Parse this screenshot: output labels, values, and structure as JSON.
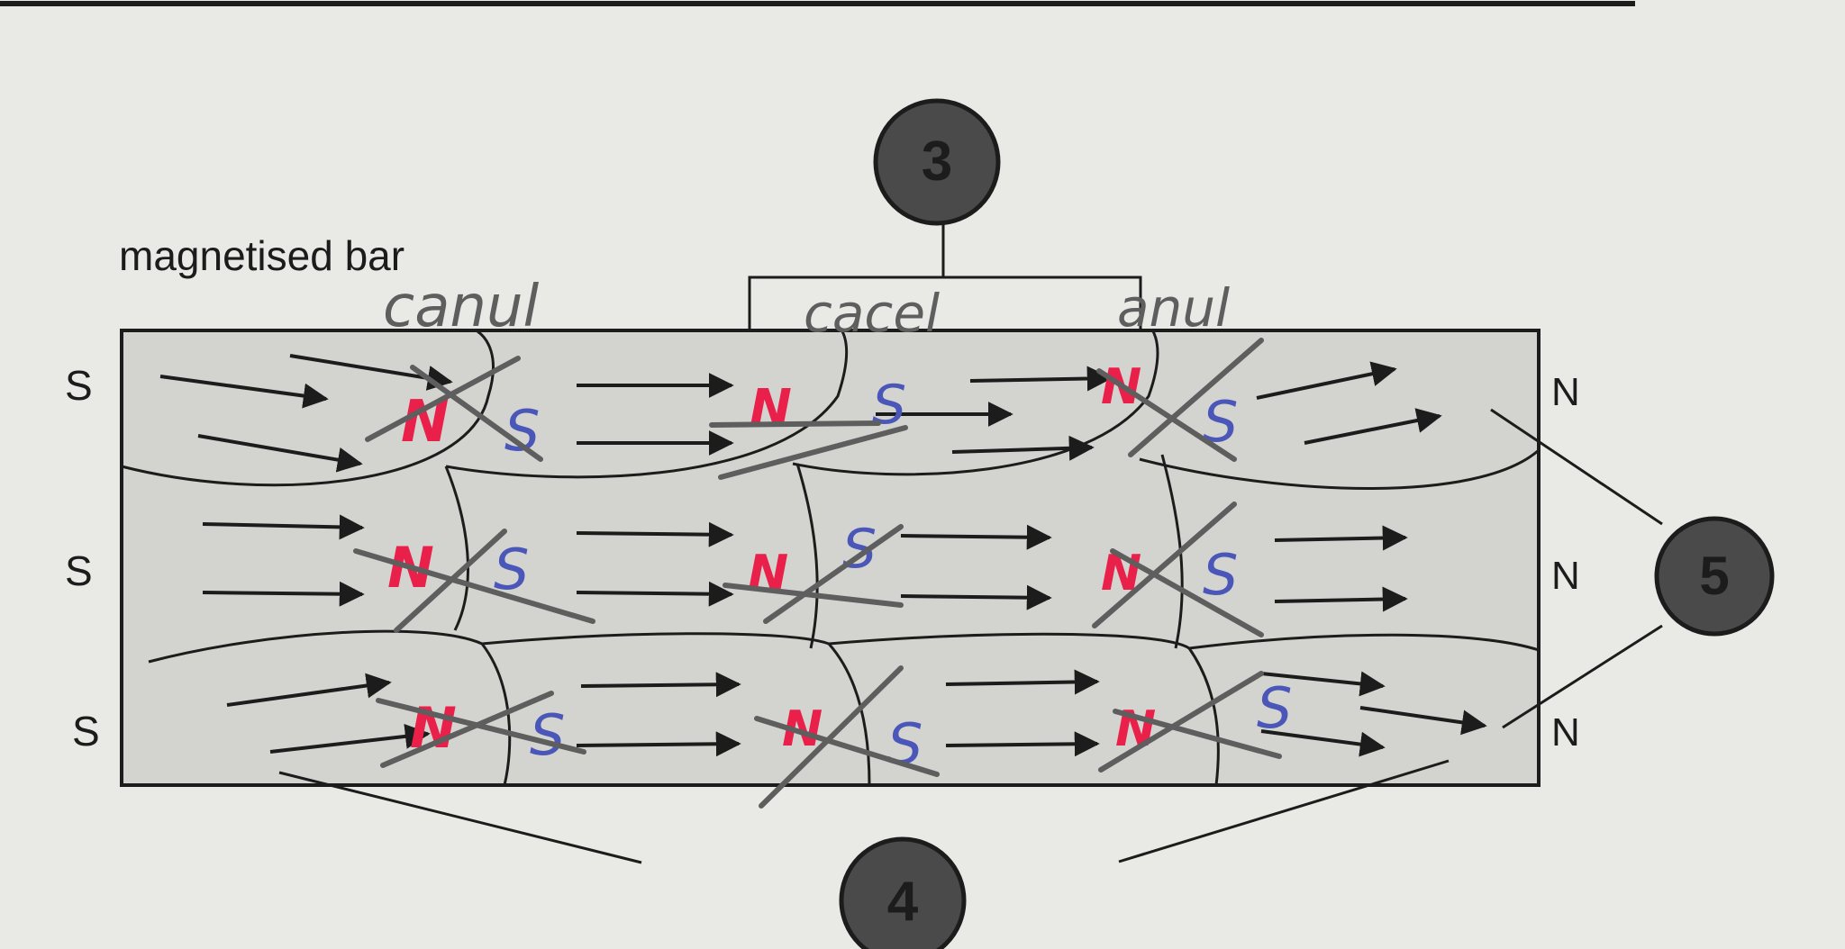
{
  "diagram": {
    "title": "magnetised bar",
    "left_pole_labels": [
      "S",
      "S",
      "S"
    ],
    "right_pole_labels": [
      "N",
      "N",
      "N"
    ],
    "markers": {
      "top": "3",
      "bottom": "4",
      "right": "5"
    },
    "handwriting": {
      "annotation": [
        "canul",
        "cacel",
        "anul"
      ],
      "domain_north": "N",
      "domain_south": "S"
    },
    "colors": {
      "paper": "#e9e9e6",
      "bar_fill": "#d3d3d0",
      "ink": "#1c1c1c",
      "marker_fill": "#4a4a4a",
      "pen_red": "#e8204a",
      "pen_blue": "#4b57b8",
      "pencil": "#5e5e5e"
    }
  }
}
